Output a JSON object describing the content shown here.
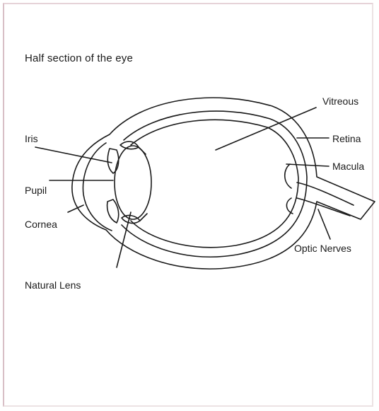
{
  "title": "Half section of the eye",
  "labels": {
    "vitreous": "Vitreous",
    "retina": "Retina",
    "macula": "Macula",
    "iris": "Iris",
    "pupil": "Pupil",
    "cornea": "Cornea",
    "natural_lens": "Natural Lens",
    "optic_nerves": "Optic Nerves"
  },
  "colors": {
    "line": "#1a1a1a",
    "frame": "#d8bfc6"
  }
}
